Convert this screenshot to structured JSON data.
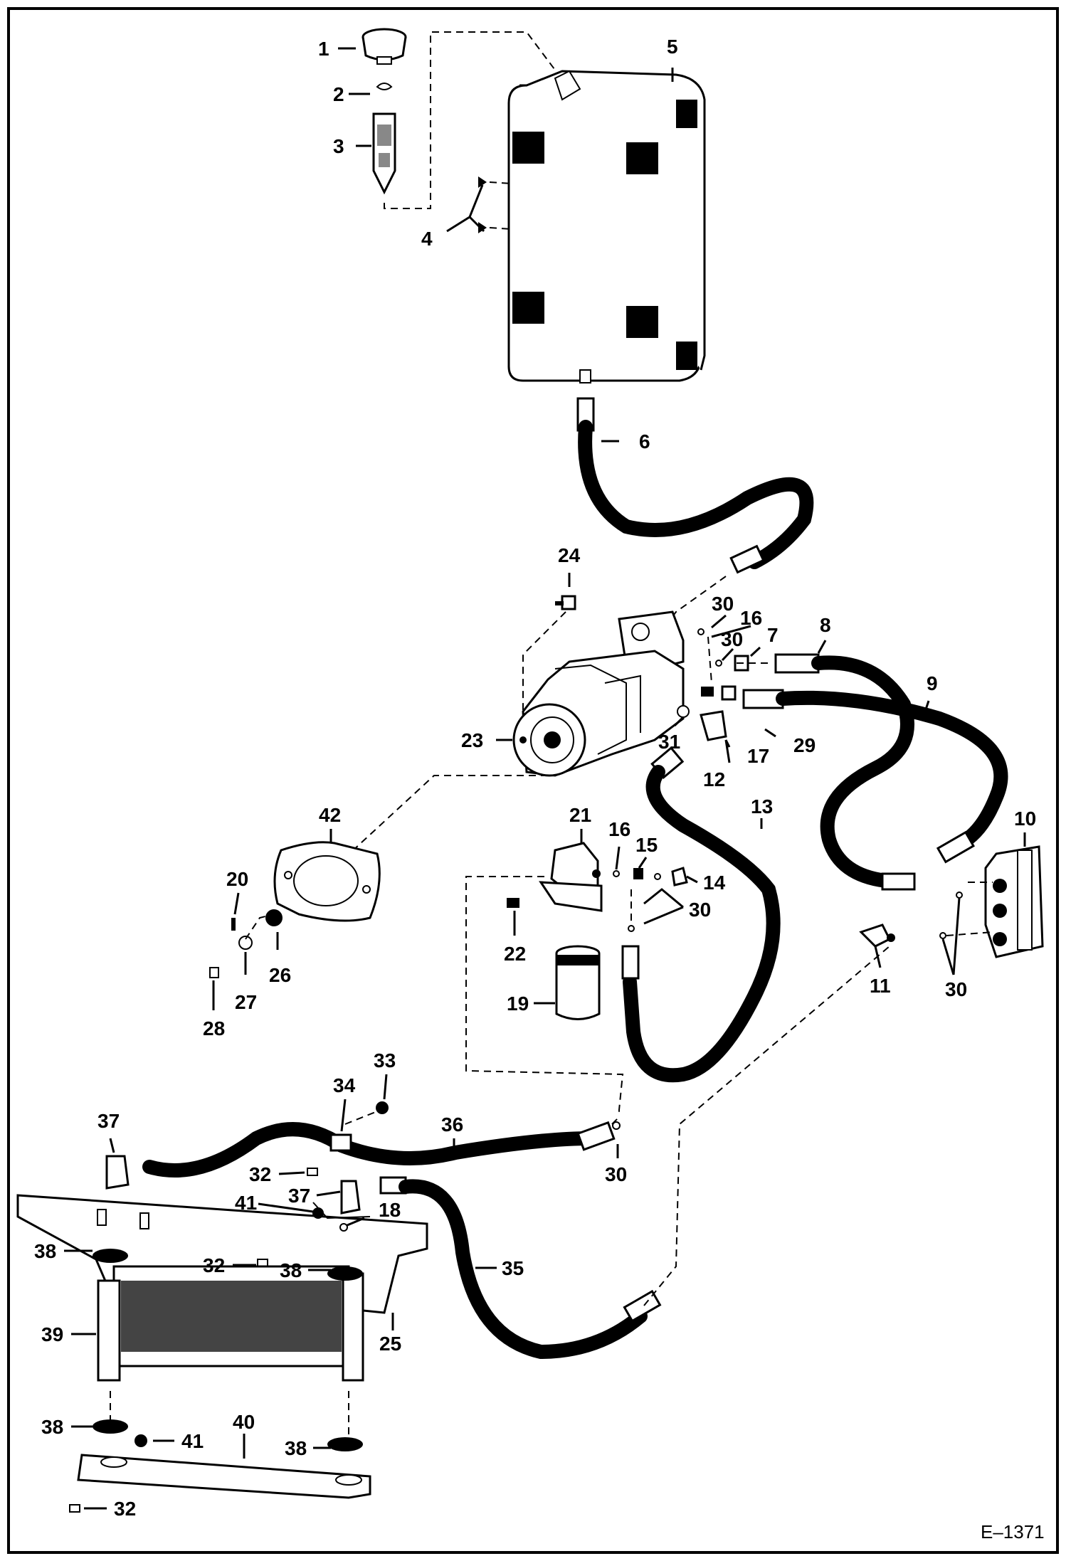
{
  "diagram_ref": "E–1371",
  "callouts": [
    "1",
    "2",
    "3",
    "4",
    "5",
    "6",
    "24",
    "30",
    "16",
    "30",
    "7",
    "8",
    "9",
    "23",
    "31",
    "17",
    "29",
    "12",
    "13",
    "10",
    "42",
    "21",
    "16",
    "15",
    "14",
    "30",
    "20",
    "26",
    "27",
    "28",
    "22",
    "19",
    "11",
    "30",
    "33",
    "34",
    "36",
    "37",
    "32",
    "30",
    "37",
    "41",
    "18",
    "35",
    "38",
    "32",
    "38",
    "25",
    "39",
    "40",
    "41",
    "38",
    "38",
    "32"
  ]
}
